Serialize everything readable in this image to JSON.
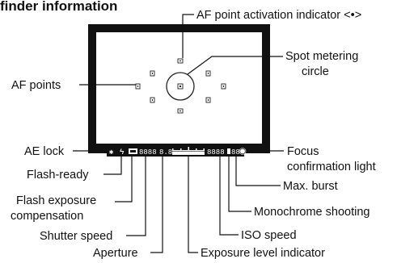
{
  "section_title": "finder information",
  "labels": {
    "af_point_activation": "AF point activation indicator <•>",
    "spot_metering_line1": "Spot metering",
    "spot_metering_line2": "circle",
    "af_points": "AF points",
    "ae_lock": "AE lock",
    "flash_ready": "Flash-ready",
    "flash_exposure_line1": "Flash exposure",
    "flash_exposure_line2": "compensation",
    "shutter_speed": "Shutter speed",
    "aperture": "Aperture",
    "focus_confirmation_line1": "Focus",
    "focus_confirmation_line2": "confirmation light",
    "max_burst": "Max. burst",
    "monochrome_shooting": "Monochrome shooting",
    "iso_speed": "ISO speed",
    "exposure_level": "Exposure level indicator"
  },
  "lcd_strip": {
    "ae_lock_symbol": "✱",
    "flash_symbol": "ϟ",
    "shutter_digits": "8888",
    "aperture_digits": "8.8",
    "iso_digits": "8888",
    "burst_digits": "88"
  }
}
